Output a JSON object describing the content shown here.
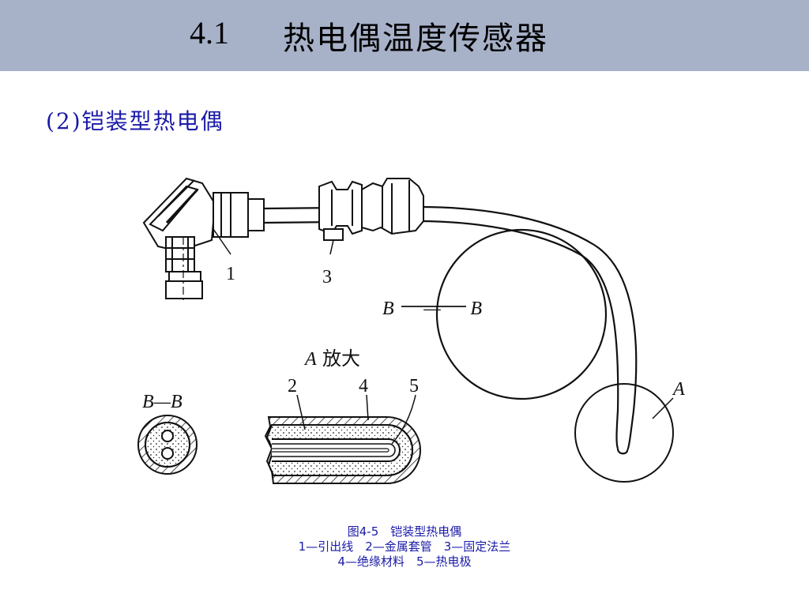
{
  "header": {
    "section_number": "4.1",
    "section_title": "热电偶温度传感器",
    "bg_color": "#a7b1c8"
  },
  "subtitle": "(2)铠装型热电偶",
  "diagram": {
    "labels": {
      "part1": "1",
      "part3": "3",
      "section_bb": "B—B",
      "section_bb_left": "B—B",
      "zoom_letter": "A",
      "zoom_text": "放大",
      "part2": "2",
      "part4": "4",
      "part5": "5",
      "circle_a": "A"
    }
  },
  "caption": {
    "line1": "图4-5　铠装型热电偶",
    "line2": "1—引出线　2—金属套管　3—固定法兰",
    "line3": "4—绝缘材料　5—热电极",
    "color": "#1a1aa8"
  }
}
